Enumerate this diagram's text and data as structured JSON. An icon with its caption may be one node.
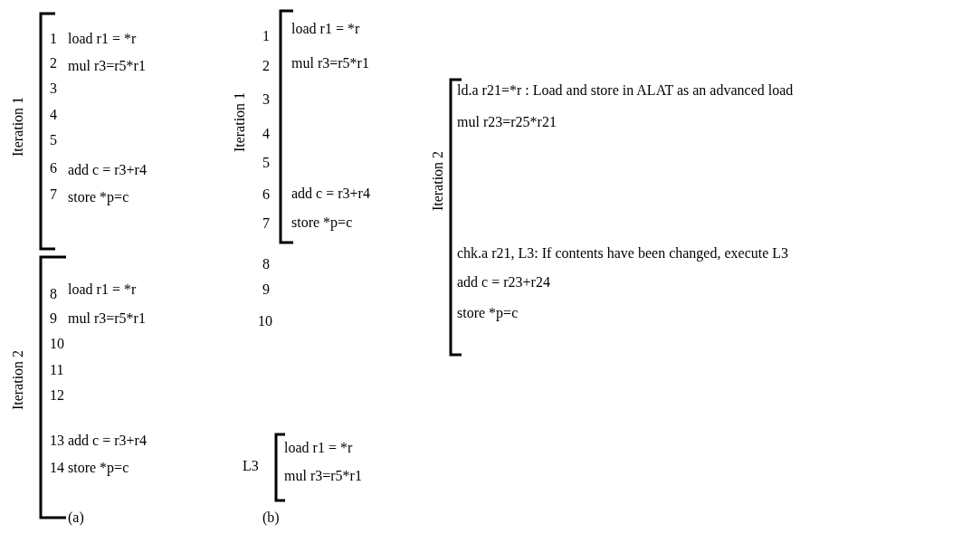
{
  "diagram": {
    "labels": [
      "Iteration 1",
      "1",
      "load r1 = *r",
      "2",
      "mul r3=r5*r1",
      "3",
      "4",
      "5",
      "6",
      "add c = r3+r4",
      "7",
      "store *p=c",
      "Iteration 2",
      "8",
      "load r1 = *r",
      "9",
      "mul r3=r5*r1",
      "10",
      "11",
      "12",
      "13",
      "add c = r3+r4",
      "14",
      "store *p=c",
      "(a)",
      "Iteration 1",
      "1",
      "load r1 = *r",
      "2",
      "mul r3=r5*r1",
      "3",
      "4",
      "5",
      "6",
      "add c = r3+r4",
      "7",
      "store *p=c",
      "8",
      "9",
      "10",
      "L3",
      "load r1 = *r",
      "mul r3=r5*r1",
      "(b)",
      "Iteration 2",
      "ld.a r21=*r : Load and store in ALAT as an advanced load",
      "mul r23=r25*r21",
      "chk.a r21, L3: If contents have been changed, execute L3",
      "add c = r23+r24",
      "store *p=c"
    ]
  }
}
